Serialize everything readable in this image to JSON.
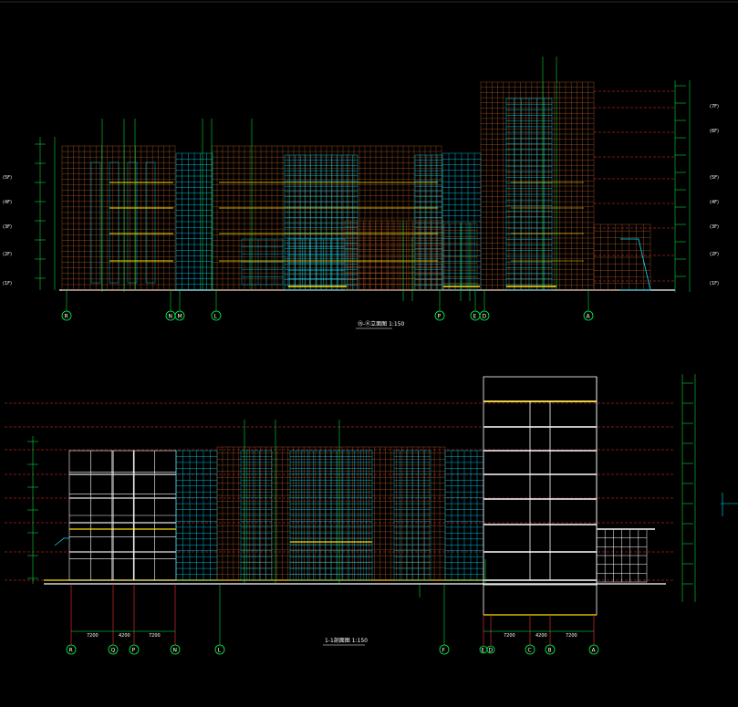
{
  "drawing": {
    "background": "#000000",
    "colors": {
      "grid": "#c8642a",
      "curtain": "#00e0ff",
      "green": "#00ff44",
      "yellow": "#ffe000",
      "red": "#ff3030",
      "white": "#ffffff",
      "slab": "#c0c0c0",
      "pink": "#ff7fa0"
    }
  },
  "elevation": {
    "title": "⑮-Ⓐ立面图 1:150",
    "axes": [
      "R",
      "N",
      "M",
      "L",
      "P",
      "E",
      "D",
      "A"
    ],
    "level_tags": [
      "(5F)",
      "(4F)",
      "(3F)",
      "(2F)",
      "(1F)"
    ],
    "right_level_tags": [
      "(7F)",
      "(6F)",
      "(5F)",
      "(4F)",
      "(3F)",
      "(2F)",
      "(1F)"
    ]
  },
  "section": {
    "title": "1-1剖面图 1:150",
    "axes": [
      "R",
      "Q",
      "P",
      "N",
      "L",
      "F",
      "E",
      "D",
      "C",
      "B",
      "A"
    ],
    "dims": [
      "7200",
      "4200",
      "7200",
      "7200",
      "4200",
      "7200"
    ]
  }
}
